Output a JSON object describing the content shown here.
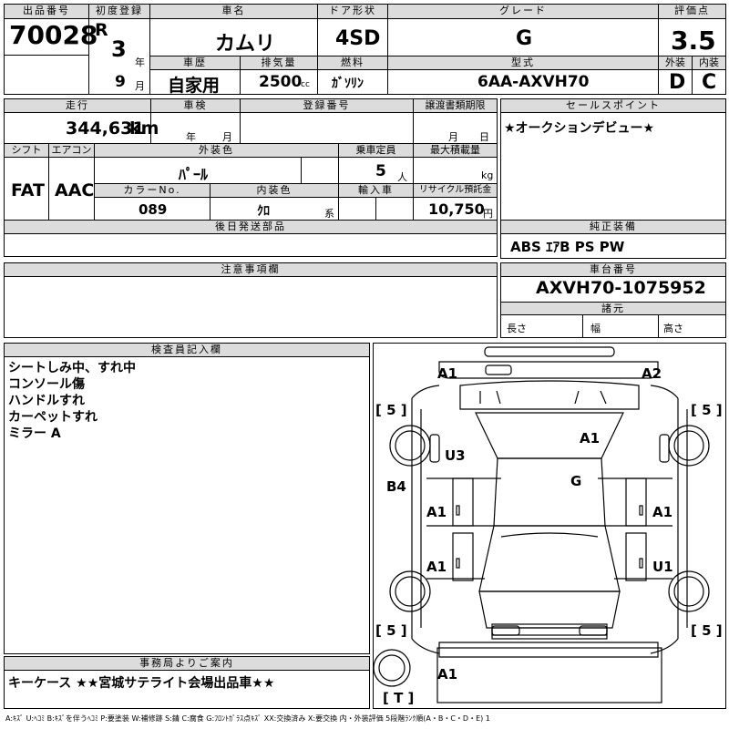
{
  "header": {
    "lot_no_label": "出品番号",
    "lot_no": "70028",
    "first_reg_label": "初度登録",
    "era": "R",
    "year": "3",
    "year_unit": "年",
    "month": "9",
    "month_unit": "月",
    "car_name_label": "車名",
    "car_name": "カムリ",
    "door_label": "ドア形状",
    "door": "4SD",
    "grade_label": "グレード",
    "grade": "G",
    "score_label": "評価点",
    "score": "3.5",
    "history_label": "車歴",
    "history": "自家用",
    "displacement_label": "排気量",
    "displacement": "2500",
    "displacement_unit": "cc",
    "fuel_label": "燃料",
    "fuel": "ｶﾞｿﾘﾝ",
    "model_label": "型式",
    "model": "6AA-AXVH70",
    "exterior_label": "外装",
    "exterior": "D",
    "interior_label": "内装",
    "interior": "C"
  },
  "row2": {
    "mileage_label": "走行",
    "mileage": "344,631",
    "mileage_unit": "km",
    "inspection_label": "車検",
    "inspection_year_unit": "年",
    "inspection_month_unit": "月",
    "reg_no_label": "登録番号",
    "transfer_label": "譲渡書類期限",
    "transfer_month_unit": "月",
    "transfer_day_unit": "日",
    "sales_point_label": "セールスポイント",
    "sales_point": "★オークションデビュー★"
  },
  "row3": {
    "shift_label": "シフト",
    "shift": "FAT",
    "ac_label": "エアコン",
    "ac": "AAC",
    "color_label": "外装色",
    "color": "ﾊﾟｰﾙ",
    "capacity_label": "乗車定員",
    "capacity": "5",
    "capacity_unit": "人",
    "load_label": "最大積載量",
    "load_unit": "kg",
    "color_no_label": "カラーNo.",
    "color_no": "089",
    "int_color_label": "内装色",
    "int_color": "ｸﾛ",
    "int_color_suffix": "系",
    "import_label": "輸入車",
    "recycle_label": "リサイクル預託金",
    "recycle": "10,750",
    "recycle_unit": "円"
  },
  "later_parts_label": "後日発送部品",
  "equipment_label": "純正装備",
  "equipment": "ABS ｴｱB PS PW",
  "notes_label": "注意事項欄",
  "chassis_label": "車台番号",
  "chassis": "AXVH70-1075952",
  "specs_label": "諸元",
  "length_label": "長さ",
  "width_label": "幅",
  "height_label": "高さ",
  "inspector_label": "検査員記入欄",
  "inspector_notes": [
    "シートしみ中、すれ中",
    "コンソール傷",
    "ハンドルすれ",
    "カーペットすれ",
    "ミラー A"
  ],
  "office_label": "事務局よりご案内",
  "office_note": "キーケース ★★宮城サテライト会場出品車★★",
  "damage_marks": {
    "front_left": "A1",
    "front_right": "A2",
    "hood": "A1",
    "left_front_fender": "U3",
    "roof": "G",
    "left_sill": "B4",
    "left_front_door": "A1",
    "right_front_door": "A1",
    "left_rear_door": "A1",
    "right_rear_door": "U1",
    "rear_bumper": "A1"
  },
  "tire_labels": {
    "fl": "[ 5 ]",
    "fr": "[ 5 ]",
    "rl": "[ 5 ]",
    "rr": "[ 5 ]",
    "spare": "[ T ]"
  },
  "legend": "A:ｷｽﾞ U:ﾍｺﾐ B:ｷｽﾞを伴うﾍｺﾐ P:要塗装 W:補修跡 S:錆 C:腐食 G:ﾌﾛﾝﾄｶﾞﾗｽ点ｷｽﾞ XX:交換済み X:要交換 内・外装評価 5段階ﾗﾝｸ順(A・B・C・D・E) 1"
}
